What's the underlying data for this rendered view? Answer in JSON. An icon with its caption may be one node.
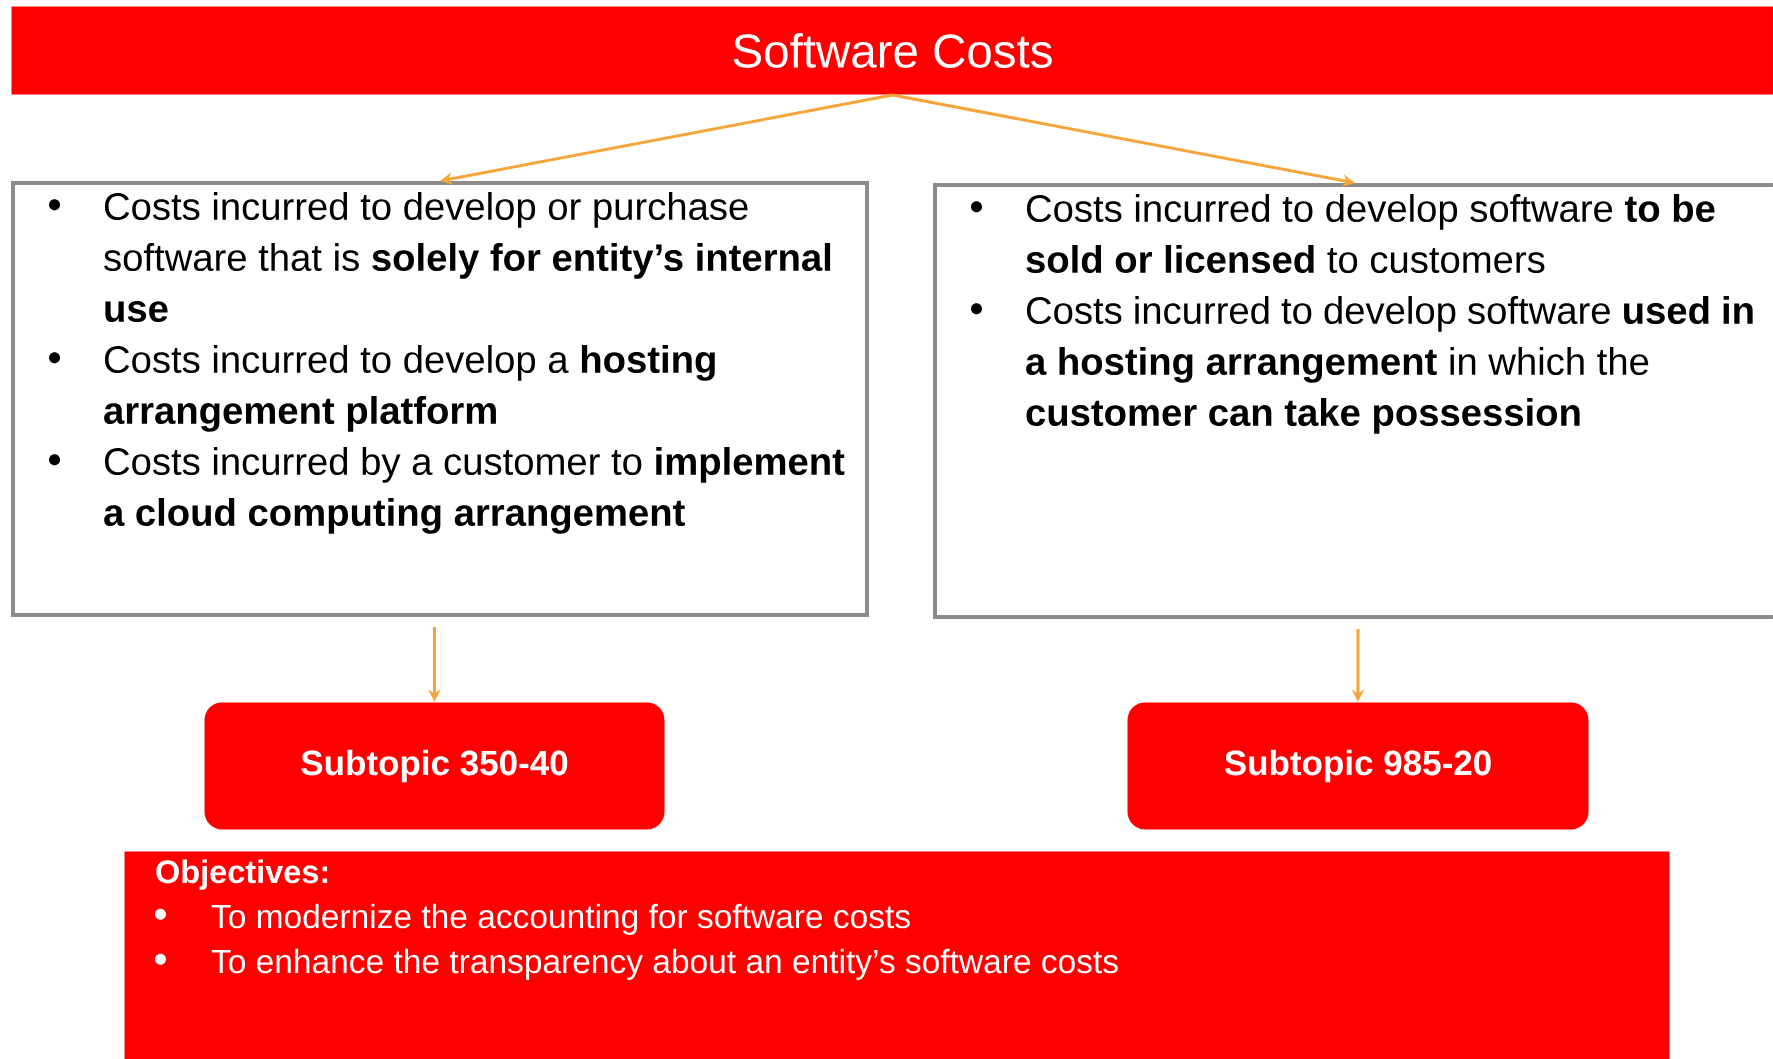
{
  "diagram": {
    "nodes": [
      {
        "text": [
          "Software Costs"
        ]
      },
      {
        "text": [
          "Costs incurred to develop or purchase software that is **solely for entity’s internal use**",
          "Costs incurred to develop a **hosting arrangement platform**",
          "Costs incurred by a customer to **implement a cloud computing arrangement**"
        ]
      },
      {
        "text": [
          "Costs incurred to develop software **to be sold or licensed** to customers",
          "Costs incurred to develop software **used in a hosting arrangement** in which the **customer can take possession**"
        ]
      },
      {
        "text": [
          "Subtopic 350-40"
        ]
      },
      {
        "text": [
          "Subtopic 985-20"
        ]
      },
      {
        "text": [
          "Objectives:",
          "To modernize the accounting for software costs",
          "To enhance the transparency about an entity’s software costs"
        ]
      }
    ],
    "edges": [
      {
        "from": 0,
        "to": 1,
        "arrow": "to"
      },
      {
        "from": 0,
        "to": 2,
        "arrow": "to"
      },
      {
        "from": 1,
        "to": 3,
        "arrow": "to"
      },
      {
        "from": 2,
        "to": 4,
        "arrow": "to"
      }
    ]
  }
}
